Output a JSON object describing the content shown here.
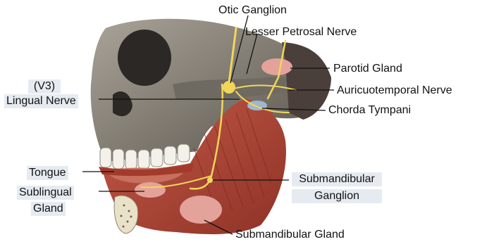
{
  "labels": {
    "otic_ganglion": "Otic Ganglion",
    "lesser_petrosal_nerve": "Lesser Petrosal Nerve",
    "parotid_gland": "Parotid Gland",
    "v3": "(V3)",
    "lingual_nerve": "Lingual Nerve",
    "auriculotemporal_nerve": "Auricuotemporal Nerve",
    "chorda_tympani": "Chorda Tympani",
    "tongue": "Tongue",
    "sublingual": "Sublingual",
    "gland": "Gland",
    "submandibular": "Submandibular",
    "ganglion": "Ganglion",
    "submandibular_gland": "Submandibular Gland"
  },
  "colors": {
    "bone": "#8f8a80",
    "bone_dark": "#3a3632",
    "muscle": "#b0493a",
    "muscle_light": "#c8705d",
    "nerve": "#f2d65a",
    "gland": "#e3a39a",
    "leader": "#111111"
  }
}
